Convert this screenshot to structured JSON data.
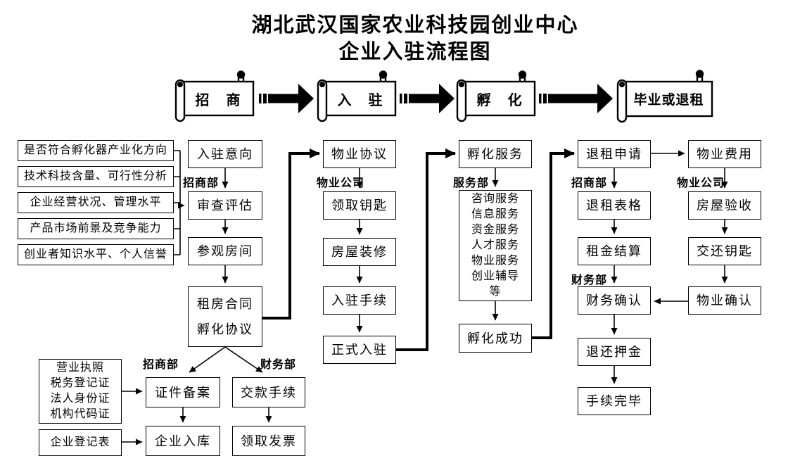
{
  "title": {
    "line1": "湖北武汉国家农业科技园创业中心",
    "line2": "企业入驻流程图"
  },
  "phases": [
    {
      "label": "招　商"
    },
    {
      "label": "入　驻"
    },
    {
      "label": "孵　化"
    },
    {
      "label": "毕业或退租"
    }
  ],
  "departments": {
    "marketing": "招商部",
    "property_company": "物业公司",
    "service": "服务部",
    "finance": "财务部"
  },
  "criteria": [
    "是否符合孵化器产业化方向",
    "技术科技含量、可行性分析",
    "企业经营状况、管理水平",
    "产品市场前景及竞争能力",
    "创业者知识水平、个人信誉"
  ],
  "nodes": {
    "ruzhu_yixiang": "入驻意向",
    "shencha_pinggu": "审查评估",
    "canguan_fangjian": "参观房间",
    "zufang_hetong": "租房合同",
    "fuhua_xieyi": "孵化协议",
    "zhengjian_beian": "证件备案",
    "qiye_ruku": "企业入库",
    "jiaokuan_shouxu": "交款手续",
    "lingqu_fapiao": "领取发票",
    "documents": [
      "营业执照",
      "税务登记证",
      "法人身份证",
      "机构代码证"
    ],
    "qiye_dengjibiao": "企业登记表",
    "wuye_xieyi": "物业协议",
    "lingqu_yaoshi": "领取钥匙",
    "fangwu_zhuangxiu": "房屋装修",
    "ruzhu_shouxu": "入驻手续",
    "zhengshi_ruzhu": "正式入驻",
    "fuhua_fuwu": "孵化服务",
    "services": [
      "咨询服务",
      "信息服务",
      "资金服务",
      "人才服务",
      "物业服务",
      "创业辅导",
      "等"
    ],
    "fuhua_chenggong": "孵化成功",
    "tuizu_shenqing": "退租申请",
    "tuizu_biaoge": "退租表格",
    "zujin_jiesuan": "租金结算",
    "caiwu_queren": "财务确认",
    "tuihuan_yajin": "退还押金",
    "shouxu_wanbi": "手续完毕",
    "wuye_feiyong": "物业费用",
    "fangwu_yanshou": "房屋验收",
    "jiaohuan_yaoshi": "交还钥匙",
    "wuye_queren": "物业确认"
  },
  "colors": {
    "line": "#000000",
    "background": "#ffffff"
  }
}
